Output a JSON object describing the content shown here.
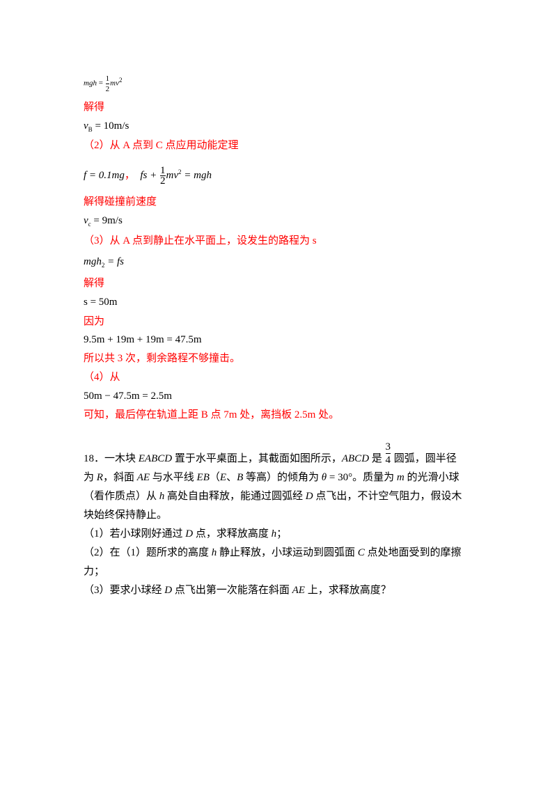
{
  "eq1": {
    "lhs": "mgh",
    "frac_num": "1",
    "frac_den": "2",
    "rhs": "mv"
  },
  "jie_de_1": "解得",
  "vB": {
    "sym": "v",
    "sub": "B",
    "rhs": "= 10m/s"
  },
  "part2_title": "（2）从 A 点到 C 点应用动能定理",
  "eq2": {
    "f_eq": "f = 0.1mg",
    "sep": "，",
    "lhs": "fs +",
    "frac_num": "1",
    "frac_den": "2",
    "rhs": "mv",
    "tail": "= mgh"
  },
  "collision_speed_label": "解得碰撞前速度",
  "vC": {
    "sym": "v",
    "sub": "c",
    "rhs": "= 9m/s"
  },
  "part3_title": "（3）从 A 点到静止在水平面上，设发生的路程为 s",
  "eq3": {
    "lhs": "mgh",
    "sub": "2",
    "rhs": "= fs"
  },
  "jie_de_2": "解得",
  "s_value": "s = 50m",
  "yin_wei": "因为",
  "sum_eq": "9.5m + 19m + 19m = 47.5m",
  "three_times": "所以共 3 次，剩余路程不够撞击。",
  "part4_title": "（4）从",
  "diff_eq": "50m − 47.5m = 2.5m",
  "conclusion": "可知，最后停在轨道上距 B 点 7m 处，离挡板 2.5m 处。",
  "problem18": {
    "frac_num": "3",
    "frac_den": "4",
    "p1_a": "18．一木块 ",
    "p1_b": "EABCD",
    "p1_c": " 置于水平桌面上，其截面如图所示，",
    "p1_d": "ABCD",
    "p1_e": " 是 ",
    "p1_f": " 圆弧，圆半径",
    "p2_a": "为 ",
    "p2_b": "R",
    "p2_c": "，斜面 ",
    "p2_d": "AE",
    "p2_e": " 与水平线 ",
    "p2_f": "EB",
    "p2_g": "（",
    "p2_h": "E",
    "p2_i": "、",
    "p2_j": "B",
    "p2_k": " 等高）的倾角为 ",
    "p2_l": "θ",
    "p2_m": " = 30°。质量为 ",
    "p2_n": "m",
    "p2_o": " 的光滑小球",
    "p3_a": "（看作质点）从 ",
    "p3_b": "h",
    "p3_c": " 高处自由释放，能通过圆弧经 ",
    "p3_d": "D",
    "p3_e": " 点飞出，不计空气阻力，假设木",
    "p4": "块始终保持静止。",
    "q1_a": "（1）若小球刚好通过 ",
    "q1_b": "D",
    "q1_c": " 点，求释放高度 ",
    "q1_d": "h",
    "q1_e": "；",
    "q2_a": "（2）在（1）题所求的高度 ",
    "q2_b": "h",
    "q2_c": " 静止释放，小球运动到圆弧面 ",
    "q2_d": "C",
    "q2_e": " 点处地面受到的摩擦",
    "q2_f": "力；",
    "q3_a": "（3）要求小球经 ",
    "q3_b": "D",
    "q3_c": " 点飞出第一次能落在斜面 ",
    "q3_d": "AE",
    "q3_e": " 上，求释放高度？"
  }
}
